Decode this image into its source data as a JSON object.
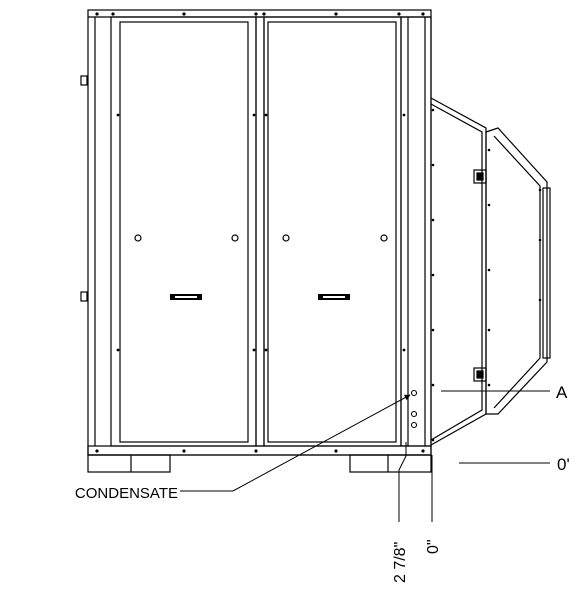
{
  "labels": {
    "callout_a": "A",
    "ref_zero_feet": "0'",
    "condensate": "CONDENSATE",
    "dim_zero_inch": "0\"",
    "dim_two_seven_eighths": "2 7/8\""
  },
  "colors": {
    "line": "#000000",
    "background": "#ffffff"
  }
}
